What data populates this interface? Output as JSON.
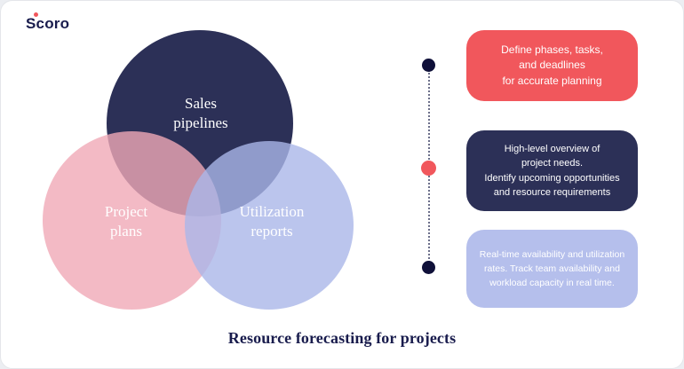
{
  "logo": {
    "text": "Scoro",
    "text_color": "#191C4D",
    "dot_color": "#F1575C"
  },
  "venn": {
    "circles": [
      {
        "name": "sales-pipelines",
        "lines": [
          "Sales",
          "pipelines"
        ],
        "color": "#2C3057",
        "label_color": "#FFFFFF"
      },
      {
        "name": "project-plans",
        "lines": [
          "Project",
          "plans"
        ],
        "color": "#F0A9B6",
        "label_color": "#FFFFFF"
      },
      {
        "name": "utilization-reports",
        "lines": [
          "Utilization",
          "reports"
        ],
        "color": "#AAB6E8",
        "label_color": "#FFFFFF"
      }
    ]
  },
  "timeline": {
    "line_color": "#3C4063",
    "dots": [
      {
        "color": "#0F1039"
      },
      {
        "color": "#F1575C"
      },
      {
        "color": "#0F1039"
      }
    ]
  },
  "cards": [
    {
      "bg": "#F1575C",
      "text_color": "#FFFFFF",
      "lines": [
        "Define phases, tasks,",
        "and deadlines",
        "for accurate planning"
      ]
    },
    {
      "bg": "#2C3057",
      "text_color": "#FFFFFF",
      "lines": [
        "High-level overview of",
        "project needs.",
        "Identify upcoming opportunities",
        "and resource requirements"
      ]
    },
    {
      "bg": "#B5BFEC",
      "text_color": "#FFFFFF",
      "lines": [
        "Real-time availability and utilization",
        "rates. Track team availability and",
        "workload capacity in real time."
      ]
    }
  ],
  "title": {
    "text": "Resource forecasting for projects",
    "color": "#191C4D"
  }
}
